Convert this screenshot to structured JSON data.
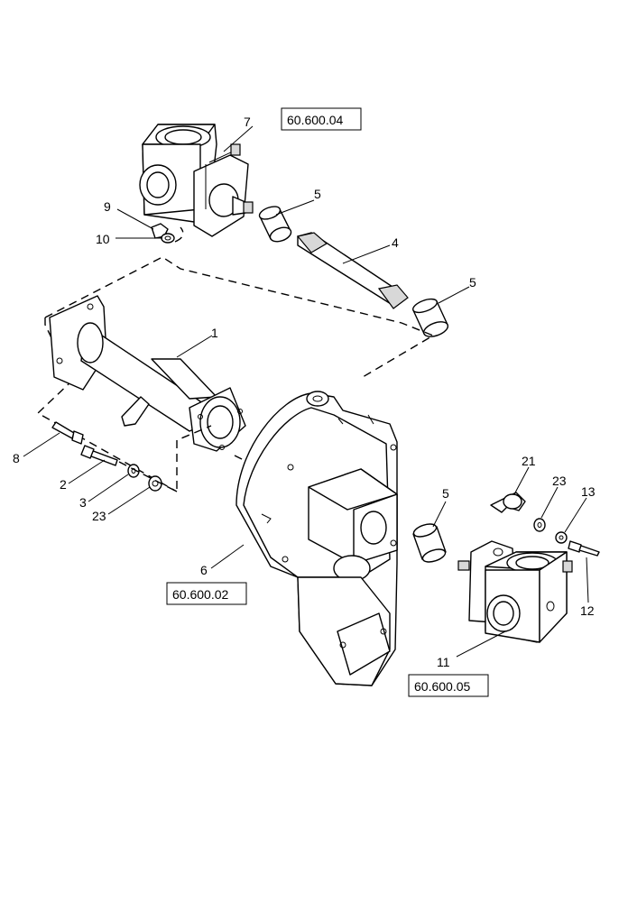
{
  "callouts": {
    "c1": "1",
    "c2": "2",
    "c3": "3",
    "c4": "4",
    "c5a": "5",
    "c5b": "5",
    "c5c": "5",
    "c6": "6",
    "c7": "7",
    "c8": "8",
    "c9": "9",
    "c10": "10",
    "c11": "11",
    "c12": "12",
    "c13": "13",
    "c21": "21",
    "c23a": "23",
    "c23b": "23"
  },
  "references": {
    "upper_gearbox": "60.600.04",
    "main_housing": "60.600.02",
    "lower_gearbox": "60.600.05"
  }
}
